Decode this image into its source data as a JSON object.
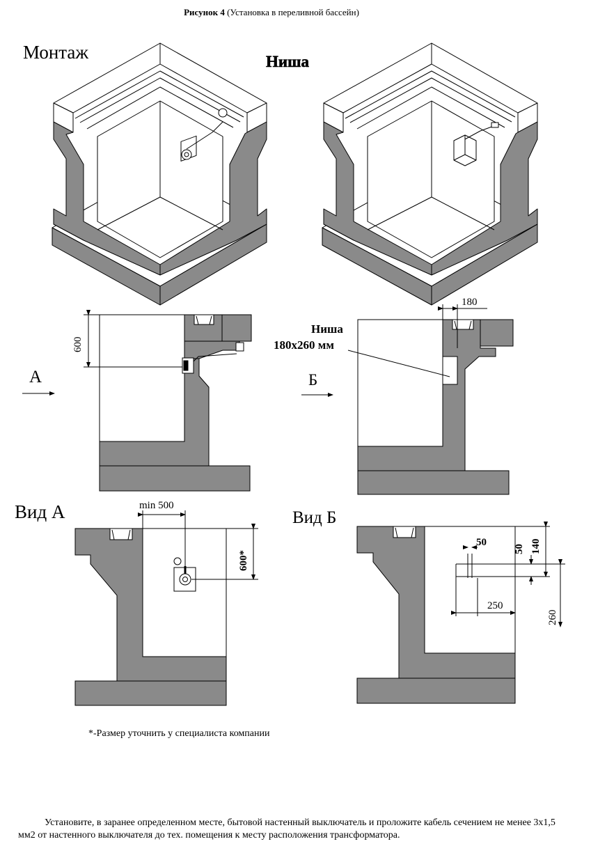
{
  "caption": {
    "bold": "Рисунок 4",
    "rest": " (Установка в переливной бассейн)"
  },
  "labels": {
    "montazh": "Монтаж",
    "nisha": "Ниша",
    "nisha_mid": "Ниша",
    "nisha_size": "180x260 мм",
    "arrow_a": "А",
    "arrow_b": "Б",
    "vid_a": "Вид А",
    "vid_b": "Вид Б"
  },
  "dimensions": {
    "d600": "600",
    "d180": "180",
    "min500": "min 500",
    "d600star": "600*",
    "d50a": "50",
    "d50b": "50",
    "d140": "140",
    "d250": "250",
    "d260": "260"
  },
  "note": "*-Размер уточнить у специалиста компании",
  "paragraph": "Установите, в заранее определенном месте, бытовой настенный выключатель и проложите кабель сечением не менее 3х1,5 мм2 от настенного выключателя до тех. помещения к месту расположения трансформатора.",
  "colors": {
    "wall": "#8a8a8a",
    "line": "#000000",
    "paper": "#ffffff"
  }
}
